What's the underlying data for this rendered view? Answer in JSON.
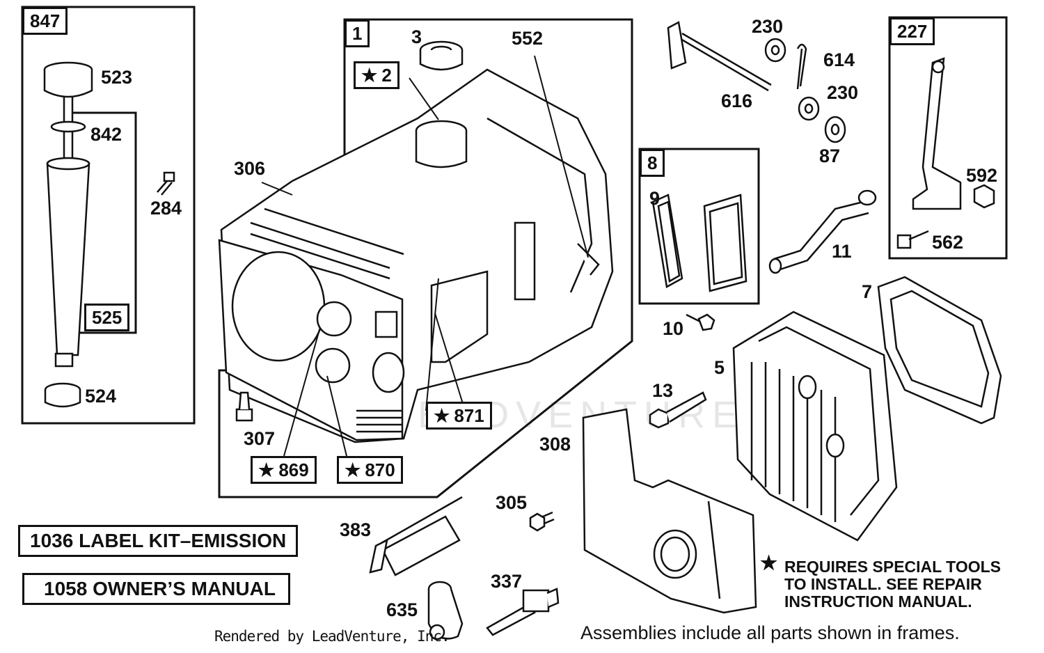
{
  "watermark": "LEADVENTURE",
  "frames": {
    "f847": "847",
    "f1": "1",
    "f8": "8",
    "f227": "227",
    "f525": "525"
  },
  "starred": {
    "s2": "2",
    "s871": "871",
    "s869": "869",
    "s870": "870"
  },
  "parts": {
    "p523": "523",
    "p842": "842",
    "p284": "284",
    "p524": "524",
    "p3": "3",
    "p552": "552",
    "p306": "306",
    "p307": "307",
    "p230a": "230",
    "p614": "614",
    "p230b": "230",
    "p616": "616",
    "p87": "87",
    "p9": "9",
    "p11": "11",
    "p592": "592",
    "p562": "562",
    "p7": "7",
    "p10": "10",
    "p5": "5",
    "p13": "13",
    "p308": "308",
    "p305": "305",
    "p383": "383",
    "p337": "337",
    "p635": "635"
  },
  "kits": {
    "label_kit": "1036 LABEL KIT–EMISSION",
    "owners_manual": "1058 OWNER’S MANUAL"
  },
  "note": {
    "star": "★",
    "line1": "REQUIRES SPECIAL TOOLS",
    "line2": "TO INSTALL.  SEE REPAIR",
    "line3": "INSTRUCTION MANUAL."
  },
  "footer": {
    "rendered_by": "Rendered by LeadVenture, Inc.",
    "assemblies": "Assemblies include all parts shown in frames."
  }
}
